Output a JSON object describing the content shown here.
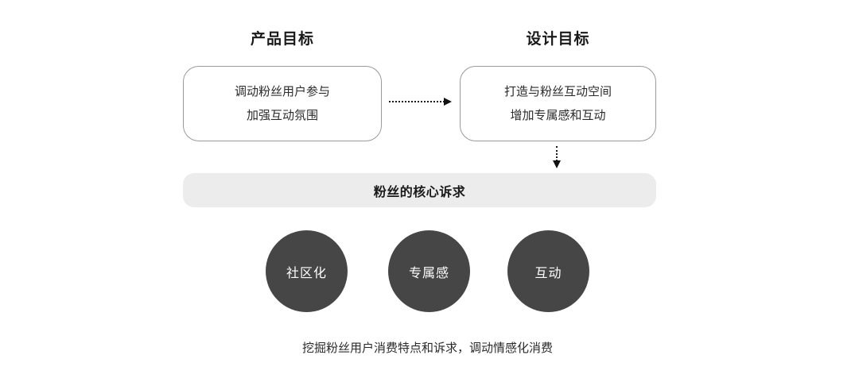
{
  "diagram": {
    "headers": {
      "product_goal": "产品目标",
      "design_goal": "设计目标"
    },
    "product_box": {
      "line1": "调动粉丝用户参与",
      "line2": "加强互动氛围"
    },
    "design_box": {
      "line1": "打造与粉丝互动空间",
      "line2": "增加专属感和互动"
    },
    "core_bar": {
      "label": "粉丝的核心诉求"
    },
    "circles": [
      {
        "label": "社区化"
      },
      {
        "label": "专属感"
      },
      {
        "label": "互动"
      }
    ],
    "footer": {
      "text": "挖掘粉丝用户消费特点和诉求，调动情感化消费"
    },
    "colors": {
      "circle_bg": "#464646",
      "bar_bg": "#ececec",
      "box_border": "#9a9a9a",
      "arrow": "#111111",
      "text_dark": "#1a1a1a"
    }
  }
}
